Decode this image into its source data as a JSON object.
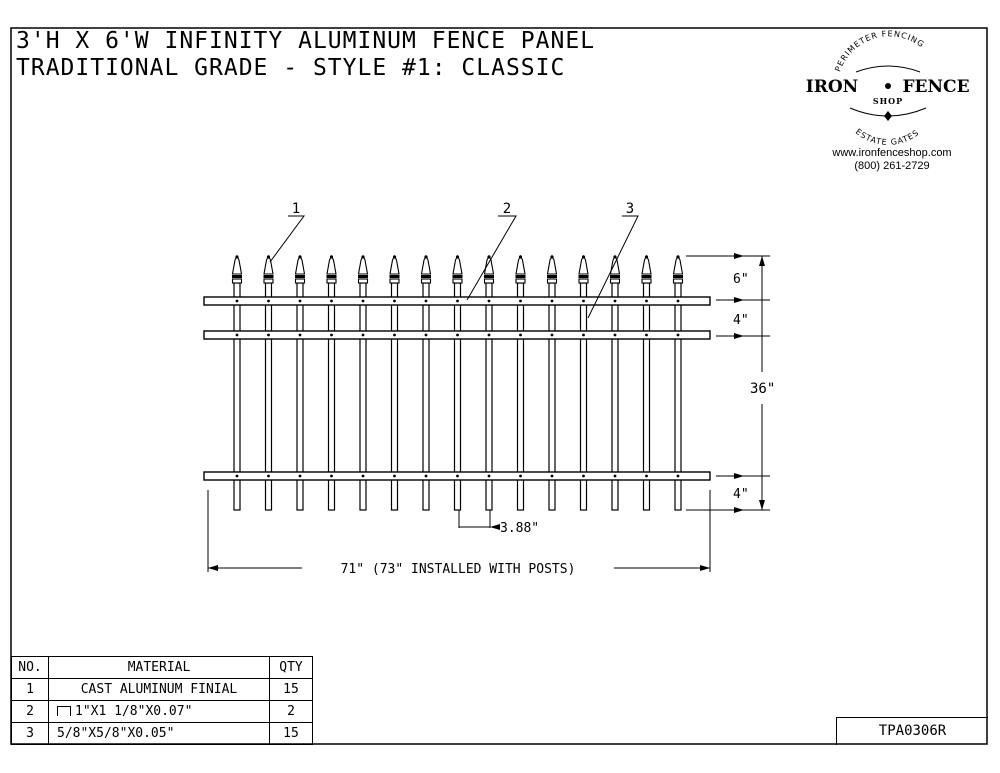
{
  "title": {
    "line1": "3'H X 6'W INFINITY ALUMINUM FENCE PANEL",
    "line2": "TRADITIONAL GRADE - STYLE #1: CLASSIC"
  },
  "logo": {
    "arc_top": "PERIMETER FENCING",
    "brand_left": "IRON",
    "brand_right": "FENCE",
    "shop": "SHOP",
    "arc_bottom": "ESTATE GATES",
    "url": "www.ironfenceshop.com",
    "phone": "(800) 261-2729"
  },
  "callouts": [
    "1",
    "2",
    "3"
  ],
  "dimensions": {
    "top_to_rail": "6\"",
    "rail_gap": "4\"",
    "total_height": "36\"",
    "bottom_clear": "4\"",
    "picket_spacing": "3.88\"",
    "width": "71\" (73\" INSTALLED WITH POSTS)"
  },
  "panel": {
    "picket_count": 15
  },
  "bom": {
    "headers": [
      "NO.",
      "MATERIAL",
      "QTY"
    ],
    "rows": [
      {
        "no": "1",
        "material": "CAST ALUMINUM FINIAL",
        "qty": "15"
      },
      {
        "no": "2",
        "material": "1\"X1 1/8\"X0.07\"",
        "qty": "2"
      },
      {
        "no": "3",
        "material": "5/8\"X5/8\"X0.05\"",
        "qty": "15"
      }
    ]
  },
  "drawing_number": "TPA0306R"
}
